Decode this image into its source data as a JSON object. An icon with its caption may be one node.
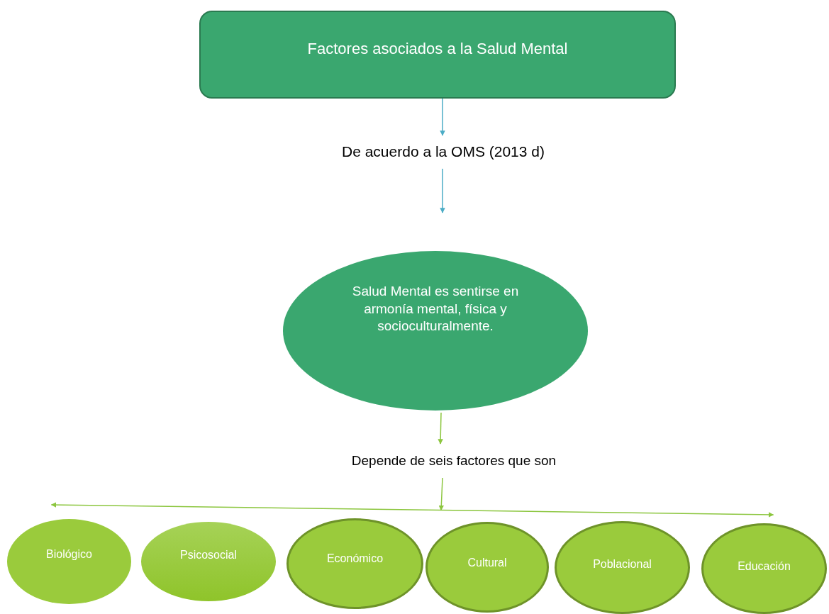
{
  "diagram": {
    "nodes": [
      {
        "text": [
          "Factores asociados a la Salud Mental"
        ]
      },
      {
        "text": [
          "De acuerdo a la OMS (2013 d)"
        ]
      },
      {
        "text": [
          "Salud Mental es sentirse en armonía mental, física y socioculturalmente."
        ]
      },
      {
        "text": [
          "Depende de seis factores que son"
        ]
      },
      {
        "text": [
          "Biológico"
        ]
      },
      {
        "text": [
          "Psicosocial"
        ]
      },
      {
        "text": [
          "Económico"
        ]
      },
      {
        "text": [
          "Cultural"
        ]
      },
      {
        "text": [
          "Poblacional"
        ]
      },
      {
        "text": [
          "Educación"
        ]
      }
    ],
    "edges": [
      {
        "from": 0,
        "to": 1,
        "arrow": "to",
        "color": "#4bacc6"
      },
      {
        "from": 1,
        "to": null,
        "arrow": "to",
        "color": "#4bacc6"
      },
      {
        "from": 2,
        "to": 3,
        "arrow": "to"
      },
      {
        "from": 3,
        "to": 4,
        "arrow": "to"
      },
      {
        "from": 3,
        "to": 9,
        "arrow": "to"
      }
    ]
  }
}
